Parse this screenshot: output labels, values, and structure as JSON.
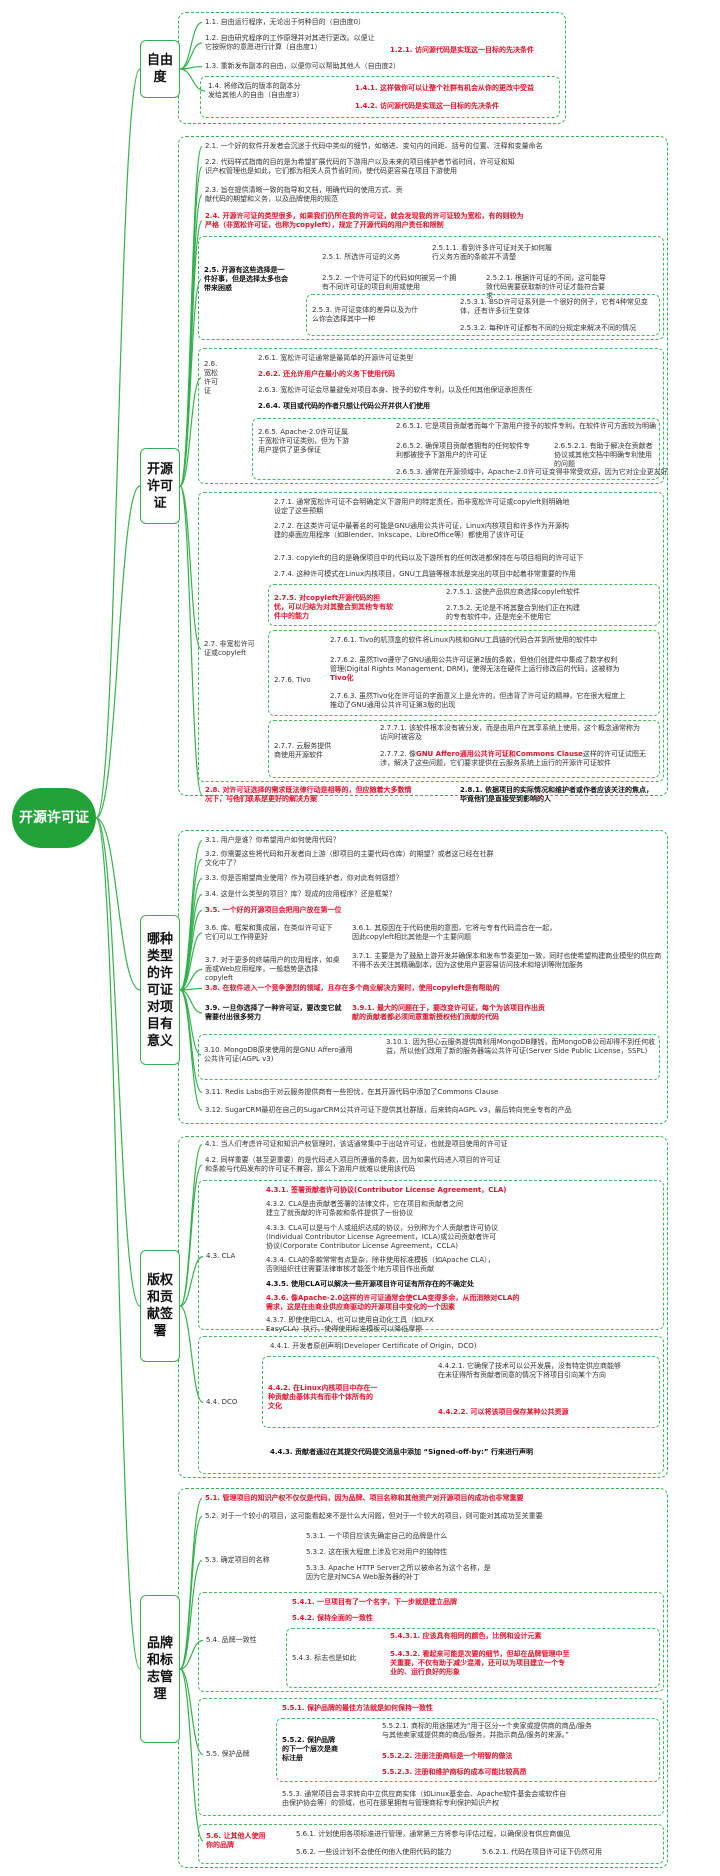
{
  "root": "开源许可证",
  "chapters": [
    "自由度",
    "开源许可证",
    "哪种类型的许可证对项目有意义",
    "版权和贡献签署",
    "品牌和标志管理"
  ],
  "s1": {
    "n1_1": "1.1. 自由运行程序，无论出于何种目的（自由度0）",
    "n1_2": "1.2. 自由研究程序的工作原理并对其进行更改。以便让它按照你的意愿进行计算（自由度1）",
    "n1_2_1": "1.2.1. 访问源代码是实现这一目标的先决条件",
    "n1_3": "1.3. 重新发布副本的自由，以便你可以帮助其他人（自由度2）",
    "n1_4": "1.4. 将修改后的版本的副本分发给其他人的自由（自由度3）",
    "n1_4_1": "1.4.1. 这样做你可以让整个社群有机会从你的更改中受益",
    "n1_4_2": "1.4.2. 访问源代码是实现这一目标的先决条件"
  },
  "s2": {
    "n2_1": "2.1. 一个好的软件开发者会沉迷于代码中类似的细节，如缩进、变句内的间距、括号的位置、注释和变量命名",
    "n2_2": "2.2. 代码样式指南的目的是为希望扩展代码的下游用户以及未来的项目维护者节省时间，许可证和知识产权管理也是如此，它们都为相关人员节省时间，使代码更容易在项目下游使用",
    "n2_3": "2.3. 旨在提供清晰一致的指导和文档，明确代码的使用方式、贡献代码的期望和义务，以及品牌使用的规范",
    "n2_4": "2.4. 开源许可证的类型很多，如果我们仍所在我的许可证，就会发现我的许可证较为宽松，有的则较为严格（非宽松许可证，也称为copyleft），规定了开源代码的用户责任和限制",
    "n2_5": "2.5. 开源有这些选择是一件好事，但是选择太多也会带来困惑",
    "n2_5_1": "2.5.1. 所选许可证的义务",
    "n2_5_1_1": "2.5.1.1. 看到许多许可证对关于如何履行义务方面的条款并不清楚",
    "n2_5_2": "2.5.2. 一个许可证下的代码如何被另一个拥有不同许可证的项目利用或使用",
    "n2_5_2_1": "2.5.2.1. 根据许可证的不同，这可能导致代码需要获取新的许可证才能符合要求",
    "n2_5_3": "2.5.3. 许可证变体的差异以及为什么你会选择其中一种",
    "n2_5_3_1": "2.5.3.1. BSD许可证系列是一个很好的例子，它有4种常见变体，还有许多衍生变体",
    "n2_5_3_2": "2.5.3.2. 每种许可证都有不同的分规定来解决不同的情况",
    "n2_6": "2.6. 宽松许可证",
    "n2_6_1": "2.6.1. 宽松许可证通常是最简单的开源许可证类型",
    "n2_6_2": "2.6.2. 还允许用户在最小的义务下使用代码",
    "n2_6_3": "2.6.3. 宽松许可证会尽量避免对项目本身、授予的软件专利，以及任何其他保证承担责任",
    "n2_6_4": "2.6.4. 项目或代码的作者只想让代码公开并供人们使用",
    "n2_6_5": "2.6.5. Apache-2.0许可证属于宽松许可证类别，但为下游用户提供了更多保证",
    "n2_6_5_1": "2.6.5.1. 它是项目贡献者而每个下游用户授予的软件专利，在软件许可方面较为明确",
    "n2_6_5_2": "2.6.5.2. 确保项目贡献者拥有的任何软件专利都被授予下游用户的许可证",
    "n2_6_5_2_1": "2.6.5.2.1. 有助于解决在贡献者协议或其他文档中明确专利使用的问题",
    "n2_6_5_3": "2.6.5.3. 通常在开源领域中，Apache-2.0许可证变得非常受欢迎，因为它对企业更友好",
    "n2_7": "2.7. 非宽松许可证或copyleft",
    "n2_7_1": "2.7.1. 通常宽松许可证不会明确定义下游用户的特定责任，而非宽松许可证或copyleft则明确地设定了这些预期",
    "n2_7_2": "2.7.2. 在这类许可证中最著名的可能是GNU通用公共许可证，Linux内核项目和许多作为开源构建的桌面应用程序（如Blender、Inkscape、LibreOffice等）都使用了该许可证",
    "n2_7_3": "2.7.3. copyleft的目的是确保项目中的代码以及下游所有的任何改进都保持在与项目相同的许可证下",
    "n2_7_4": "2.7.4. 这种许可模式在Linux内核项目，GNU工具链等根本就是突出的项目中起着非常重要的作用",
    "n2_7_5": "2.7.5. 对copyleft开源代码的担忧，可以归结为对其整合到其他专有软件中的能力",
    "n2_7_5_1": "2.7.5.1. 这使产品供应商选择copyleft软件",
    "n2_7_5_2": "2.7.5.2. 无论是不将其整合到他们正在构建的专有软件中，还是完全不使用它",
    "n2_7_6": "2.7.6. Tivo",
    "n2_7_6_1": "2.7.6.1. Tivo的机顶盒的软件将Linux内核和GNU工具链的代码合并到所使用的软件中",
    "n2_7_6_2": "2.7.6.2. 虽然Tivo遵守了GNU通用公共许可证第2版的条款，但他们创建件中集成了数字权利管理(Digital Rights Management, DRM)，使得无法在硬件上运行修改后的代码，这被称为",
    "n2_7_6_2_hl": "Tivo化",
    "n2_7_6_3": "2.7.6.3. 虽然Tivo化在许可证的字面意义上是允许的，但违背了许可证的精神，它在很大程度上推动了GNU通用公共许可证第3版的出现",
    "n2_7_7": "2.7.7. 云服务提供商使用开源软件",
    "n2_7_7_1": "2.7.7.1. 该软件根本没有被分发，而是由用户在其享系统上使用，这个概念通常称为访问时被容及",
    "n2_7_7_2_a": "2.7.7.2. 像",
    "n2_7_7_2_hl": "GNU Affero通用公共许可证和Commons Clause",
    "n2_7_7_2_b": "这样的许可证试图无涉，解决了这些问题，它们要求提供在云服务系统上运行的开源许可证软件",
    "n2_8": "2.8. 对许可证选择的需求既法律行动是相等的，但应随着大多数情况下，与他们联系是更好的解决方案",
    "n2_8_1": "2.8.1. 依据项目的实际情况和维护者或作者应该关注的焦点，毕竟他们是直接受到影响的人"
  },
  "s3": {
    "n3_1": "3.1. 用户是谁？你希望用户如何使用代码？",
    "n3_2": "3.2. 你需要这些将代码和开发者向上游（即项目的主要代码仓库）的期望？或者这已经在社群文化中了？",
    "n3_3": "3.3. 你是否期望商业使用？作为项目维护者，你对此有何感想？",
    "n3_4": "3.4. 这是什么类型的项目？库？现成的应用程序？还是框架？",
    "n3_5": "3.5. 一个好的开源项目会把用户放在第一位",
    "n3_6": "3.6. 库、框架和集成层，在类似许可证下它们可以工作得更好",
    "n3_6_1": "3.6.1. 其原因在于代码使用的意图，它将与专有代码混合在一起，因此copyleft相比其他是一个主要问题",
    "n3_7": "3.7. 对于更多的终端用户的应用程序，如桌面或Web应用程序，一般趋势是选择copyleft",
    "n3_7_1": "3.7.1. 主要是为了鼓励上游开发并确保本和发布节奏更加一致，同时也使希望构建商业模型的供应商不得不去关注其精确副本，因为这使用户更容易访问技术和培训等附加服务",
    "n3_8": "3.8. 在软件进入一个竞争激烈的领域，且存在多个商业解决方案时，使用copyleft是有帮助的",
    "n3_9": "3.9. 一旦你选择了一种许可证，要改变它就需要付出很多努力",
    "n3_9_1": "3.9.1. 最大的问题在于，要改变许可证，每个为该项目作出贡献的贡献者都必须同意重新授权他们贡献的代码",
    "n3_10": "3.10. MongoDB原来使用的是GNU Affero通用公共许可证(AGPL v3)",
    "n3_10_1": "3.10.1. 因为担心云服务提供商利用MongoDB赚钱，而MongoDB公司却得不到任何收益，所以他们改用了新的服务器端公共许可证(Server Side Public License，SSPL)",
    "n3_11": "3.11. Redis Labs由于对云服务提供商有一些担忧，在其开源代码中添加了Commons Clause",
    "n3_12": "3.12. SugarCRM最初在自己的SugarCRM公共许可证下提供其社群版，后来转向AGPL v3，最后转向完全专有的产品"
  },
  "s4": {
    "n4_1": "4.1. 当人们考虑许可证和知识产权管理时，该话通常集中于出站许可证，也就是项目使用的许可证",
    "n4_2": "4.2. 同样重要（甚至更重要）的是代码进入项目所遵循的条款，因为如果代码进入项目的许可证和条款与代码发布的许可证不兼容，那么下游用户就难以使用该代码",
    "n4_3": "4.3. CLA",
    "n4_3_1": "4.3.1. 签署贡献者许可协议(Contributor License Agreement，CLA)",
    "n4_3_2": "4.3.2. CLA是由贡献者签署的法律文件，它在项目和贡献者之间建立了就贡献的许可条款和条件提供了一份协议",
    "n4_3_3": "4.3.3. CLA可以是与个人或组织达成的协议，分别称为个人贡献者许可协议(Individual Contributor License Agreement，ICLA)或公司贡献者许可协议(Corporate Contributor License Agreement，CCLA)",
    "n4_3_4": "4.3.4. CLA的条款常常有点复杂，除非使用标准模板（如Apache CLA），否则组织往往需要法律审核才能签个地方项目作出贡献",
    "n4_3_5": "4.3.5. 使用CLA可以解决一些开源项目许可证有所存在的不确定处",
    "n4_3_6": "4.3.6. 像Apache-2.0这样的许可证通常会使CLA变得多余，从而消除对CLA的需求，这是在由商业供应商驱动的开源项目中变化的一个因素",
    "n4_3_7": "4.3.7. 即使使用CLA，也可以使用自动化工具（如LFX EasyCLA）执行，使得使用标准模板可以降低摩擦",
    "n4_4": "4.4. DCO",
    "n4_4_1": "4.4.1. 开发者原创声明(Developer Certificate of Origin，DCO)",
    "n4_4_2": "4.4.2. 在Linux内核项目中存在一种贡献由基体共有而非个体所有的文化",
    "n4_4_2_1": "4.4.2.1. 它确保了技术可以公开发展，没有特定供应商能够在未征得所有贡献者同意的情况下将项目引向某个方向",
    "n4_4_2_2": "4.4.2.2. 可以将该项目保存某种公共资源",
    "n4_4_3": "4.4.3. 贡献者通过在其提交代码提交消息中添加 “Signed-off-by:” 行来进行声明"
  },
  "s5": {
    "n5_1": "5.1. 管理项目的知识产权不仅仅是代码，因为品牌、项目名称和其他资产对开源项目的成功也非常重要",
    "n5_2": "5.2. 对于一个较小的项目，这可能看起来不是什么大问题，但对于一个较大的项目，则可能对其成功至关重要",
    "n5_3": "5.3. 确定项目的名称",
    "n5_3_1": "5.3.1. 一个项目应该先确定自己的品牌是什么",
    "n5_3_2": "5.3.2. 这在很大程度上涉及它对用户的独特性",
    "n5_3_3": "5.3.3. Apache HTTP Server之所以被命名为这个名称，是因为它是对NCSA Web服务器的补丁",
    "n5_4": "5.4. 品牌一致性",
    "n5_4_1": "5.4.1. 一旦项目有了一个名字，下一步就是建立品牌",
    "n5_4_2": "5.4.2. 保持全面的一致性",
    "n5_4_3": "5.4.3. 标志也是如此",
    "n5_4_3_1": "5.4.3.1. 应该具有相同的颜色，比例和设计元素",
    "n5_4_3_2": "5.4.3.2. 看起来可能是次要的细节，但却在品牌管理中至关重要，不仅有助于减少混淆，还可以为项目建立一个专业的、运行良好的形象",
    "n5_5": "5.5. 保护品牌",
    "n5_5_1": "5.5.1. 保护品牌的最佳方法就是如何保持一致性",
    "n5_5_2": "5.5.2. 保护品牌的下一个层次是商标注册",
    "n5_5_2_1": "5.5.2.1. 商标的用途描述为“用于区分一个卖家或提供商的商品/服务与其他卖家或提供商的商品/服务，并指示商品/服务的来源。”",
    "n5_5_2_2": "5.5.2.2. 注册注册商标是一个明智的做法",
    "n5_5_2_3": "5.5.2.3. 注册和维护商标的成本可能比较高昂",
    "n5_5_3": "5.5.3. 通常项目会寻求转向中立供应商实体（如Linux基金会、Apache软件基金会或软件自由保护协会等）的领域，也可在那里拥有与管理商标专利保护知识产权",
    "n5_6": "5.6. 让其他人使用你的品牌",
    "n5_6_1": "5.6.1. 计划使用各项标准进行管理，通常第三方将参与评估过程，以确保没有供应商偏见",
    "n5_6_2": "5.6.2. 一些设计划不会使任何他人使用代码的能力",
    "n5_6_2_1": "5.6.2.1. 代码在项目许可证下仍然可用"
  }
}
